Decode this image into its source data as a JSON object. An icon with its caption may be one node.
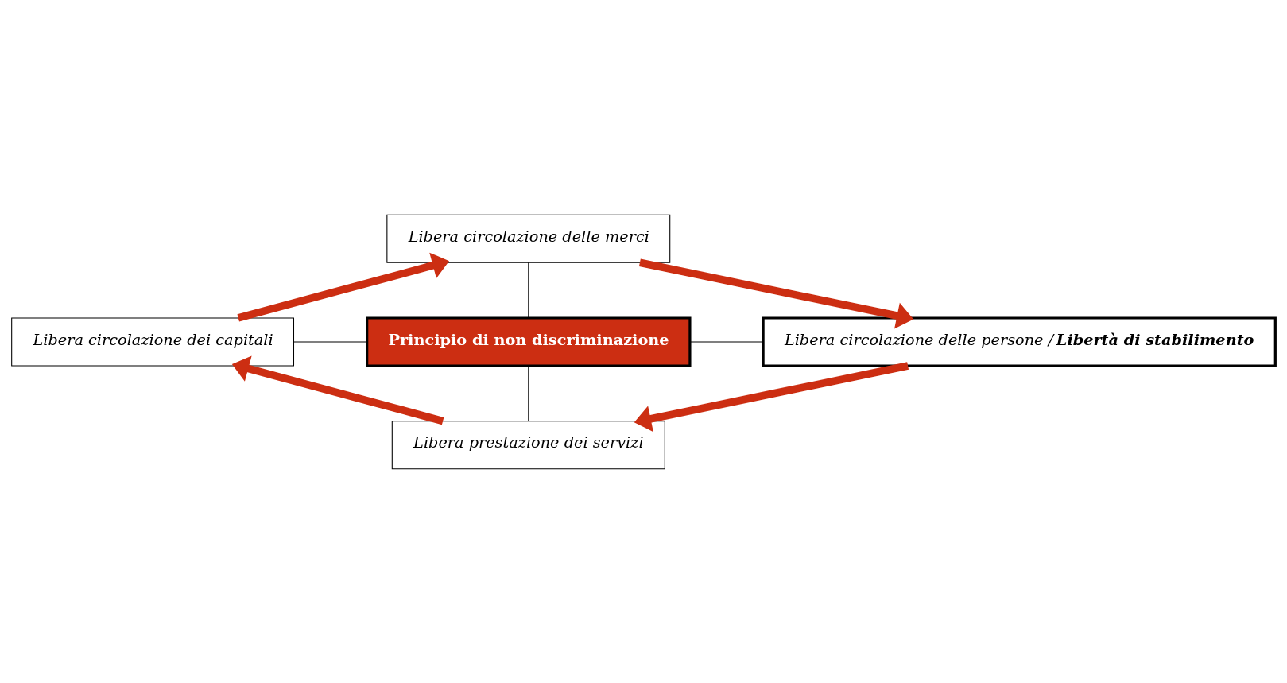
{
  "diagram": {
    "nodes": [
      {
        "text": [
          "Libera circolazione delle merci"
        ]
      },
      {
        "text": [
          "Libera circolazione dei capitali"
        ]
      },
      {
        "text": [
          "Principio di non discriminazione"
        ]
      },
      {
        "text": [
          "Libera circolazione delle persone / **Libertà di stabilimento**"
        ]
      },
      {
        "text": [
          "Libera prestazione dei servizi"
        ]
      }
    ],
    "edges": [
      {
        "from": 1,
        "to": 0,
        "arrow": "to",
        "style": "thick",
        "color": "#cc2e12"
      },
      {
        "from": 0,
        "to": 3,
        "arrow": "to",
        "style": "thick",
        "color": "#cc2e12"
      },
      {
        "from": 0,
        "to": 2,
        "arrow": "none",
        "color": "#000000"
      },
      {
        "from": 1,
        "to": 2,
        "arrow": "none",
        "color": "#000000"
      },
      {
        "from": 2,
        "to": 3,
        "arrow": "none",
        "color": "#000000"
      },
      {
        "from": 2,
        "to": 4,
        "arrow": "none",
        "color": "#000000"
      },
      {
        "from": 3,
        "to": 4,
        "arrow": "to",
        "style": "thick",
        "color": "#cc2e12"
      },
      {
        "from": 4,
        "to": 1,
        "arrow": "to",
        "style": "thick",
        "color": "#cc2e12"
      }
    ]
  }
}
